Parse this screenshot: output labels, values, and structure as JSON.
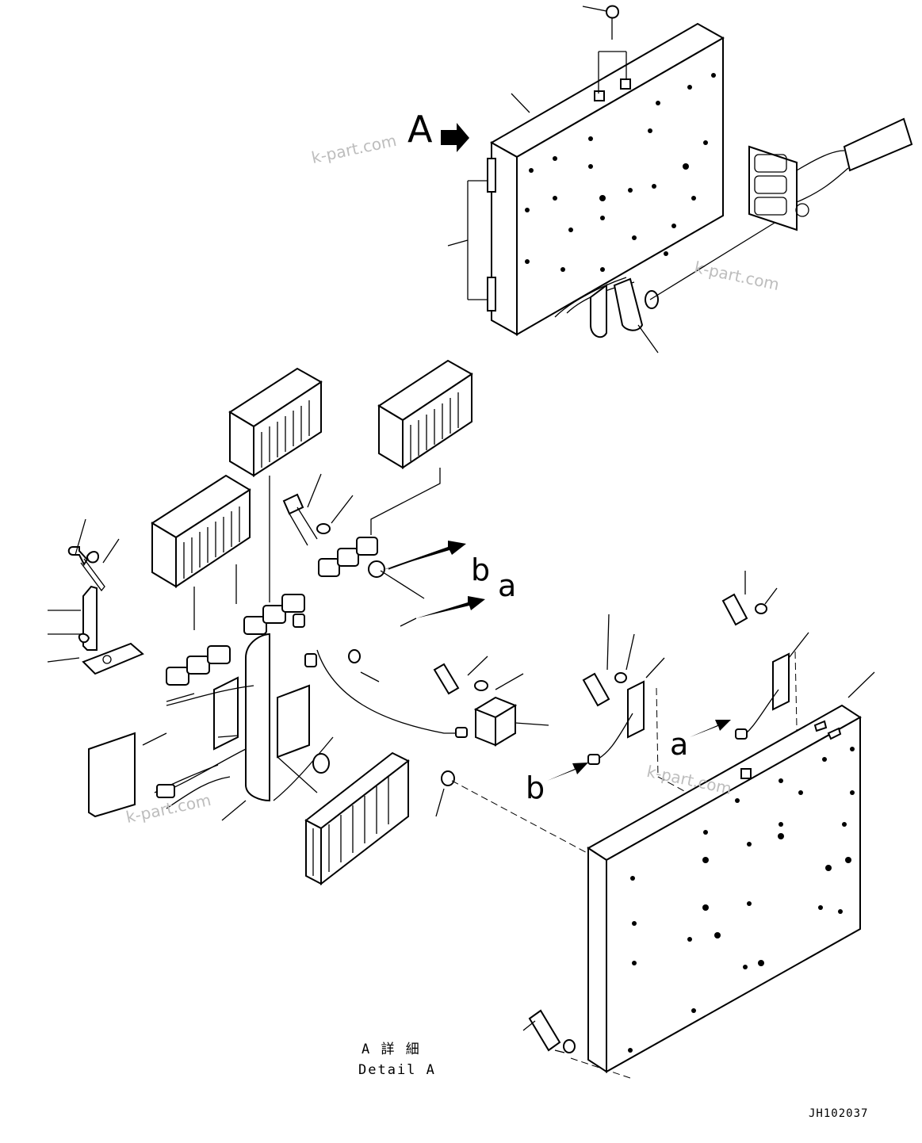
{
  "detail_marker": "A",
  "refs": {
    "b1": "b",
    "a1": "a",
    "a2": "a",
    "b2": "b"
  },
  "caption": {
    "jp": "A 詳 細",
    "en": "Detail A"
  },
  "drawing_code": "JH102037",
  "watermark": "k-part.com",
  "colors": {
    "line": "#000000",
    "background": "#ffffff",
    "watermark": "#bdbdbd"
  }
}
